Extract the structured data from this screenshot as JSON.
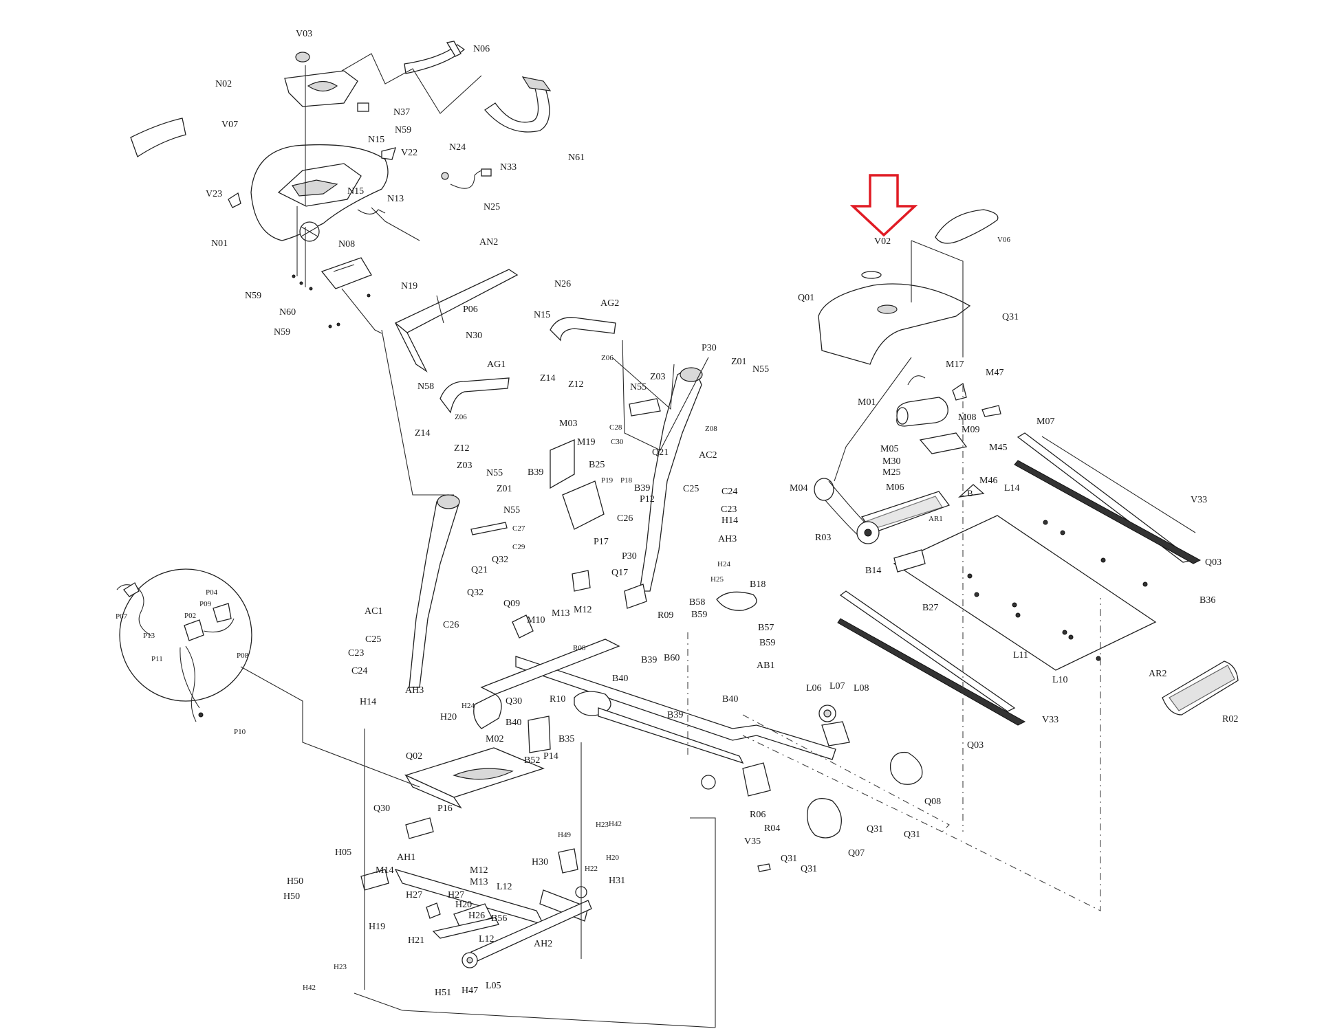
{
  "highlight": {
    "color": "#e01b24",
    "target": "V02"
  },
  "labels": {
    "V03": "V03",
    "N06": "N06",
    "N02": "N02",
    "N37": "N37",
    "N59a": "N59",
    "V07": "V07",
    "N15a": "N15",
    "V22": "V22",
    "N61": "N61",
    "N24": "N24",
    "N33": "N33",
    "V23": "V23",
    "N15b": "N15",
    "N13": "N13",
    "N25": "N25",
    "N01": "N01",
    "N08": "N08",
    "AN2": "AN2",
    "N59b": "N59",
    "N60": "N60",
    "N19": "N19",
    "N26": "N26",
    "P06": "P06",
    "N15c": "N15",
    "AG2": "AG2",
    "N59c": "N59",
    "N30": "N30",
    "Z06a": "Z06",
    "N58": "N58",
    "AG1": "AG1",
    "Z14a": "Z14",
    "Z12a": "Z12",
    "P30a": "P30",
    "Z01a": "Z01",
    "N55a": "N55",
    "Z03a": "Z03",
    "N55b": "N55",
    "Z06b": "Z06",
    "C28": "C28",
    "Z08": "Z08",
    "C30": "C30",
    "Q21a": "Q21",
    "Z14b": "Z14",
    "Z12b": "Z12",
    "AC2": "AC2",
    "M03": "M03",
    "M19": "M19",
    "Z03b": "Z03",
    "N55c": "N55",
    "Z01b": "Z01",
    "B39a": "B39",
    "B25": "B25",
    "P19": "P19",
    "P18": "P18",
    "B39b": "B39",
    "N55d": "N55",
    "C25a": "C25",
    "C24a": "C24",
    "P12": "P12",
    "C27": "C27",
    "C23a": "C23",
    "C26a": "C26",
    "H14a": "H14",
    "C29": "C29",
    "P17": "P17",
    "Q21b": "Q21",
    "AH3a": "AH3",
    "P30b": "P30",
    "Q32a": "Q32",
    "H24a": "H24",
    "H25": "H25",
    "Q17": "Q17",
    "B18": "B18",
    "P04": "P04",
    "P07": "P07",
    "P09": "P09",
    "P02": "P02",
    "AC1": "AC1",
    "Q32b": "Q32",
    "Q09": "Q09",
    "B58": "B58",
    "B59a": "B59",
    "M13a": "M13",
    "M12a": "M12",
    "R09": "R09",
    "B57": "B57",
    "P13": "P13",
    "M10": "M10",
    "C26b": "C26",
    "B59b": "B59",
    "C25b": "C25",
    "P11": "P11",
    "P08": "P08",
    "C23b": "C23",
    "R08": "R08",
    "AB1": "AB1",
    "B39c": "B39",
    "B60": "B60",
    "C24b": "C24",
    "B40a": "B40",
    "AH3b": "AH3",
    "H14b": "H14",
    "Q30a": "Q30",
    "R10": "R10",
    "B40b": "B40",
    "H24b": "H24",
    "H20a": "H20",
    "B39d": "B39",
    "B40c": "B40",
    "M02": "M02",
    "B35": "B35",
    "P10": "P10",
    "P14": "P14",
    "B52": "B52",
    "Q02": "Q02",
    "P16": "P16",
    "Q30b": "Q30",
    "H23a": "H23",
    "H42a": "H42",
    "H49": "H49",
    "H20b": "H20",
    "H05": "H05",
    "AH1": "AH1",
    "H22": "H22",
    "M14": "M14",
    "M12b": "M12",
    "H30": "H30",
    "M13b": "M13",
    "H31": "H31",
    "H50a": "H50",
    "H27a": "H27",
    "L12a": "L12",
    "H50b": "H50",
    "H27b": "H27",
    "H20c": "H20",
    "H26": "H26",
    "B56": "B56",
    "H19": "H19",
    "H21": "H21",
    "L12b": "L12",
    "AH2": "AH2",
    "H23b": "H23",
    "H42b": "H42",
    "H51": "H51",
    "H47": "H47",
    "L05": "L05",
    "V02": "V02",
    "V06": "V06",
    "Q01": "Q01",
    "Q31a": "Q31",
    "M17": "M17",
    "M47": "M47",
    "M01": "M01",
    "M07": "M07",
    "M08": "M08",
    "M09": "M09",
    "M05": "M05",
    "M45": "M45",
    "M30": "M30",
    "M25": "M25",
    "M46": "M46",
    "M06": "M06",
    "M04": "M04",
    "L14": "L14",
    "AR1": "AR1",
    "V33a": "V33",
    "R03": "R03",
    "B14": "B14",
    "Q03a": "Q03",
    "B27": "B27",
    "B36": "B36",
    "L06": "L06",
    "L07": "L07",
    "L08": "L08",
    "L11": "L11",
    "L10": "L10",
    "AR2": "AR2",
    "V33b": "V33",
    "Q03b": "Q03",
    "R02": "R02",
    "Q08": "Q08",
    "R06": "R06",
    "R04": "R04",
    "Q31b": "Q31",
    "Q31c": "Q31",
    "V35": "V35",
    "Q31d": "Q31",
    "Q07": "Q07",
    "Q31e": "Q31",
    "B": "B"
  }
}
